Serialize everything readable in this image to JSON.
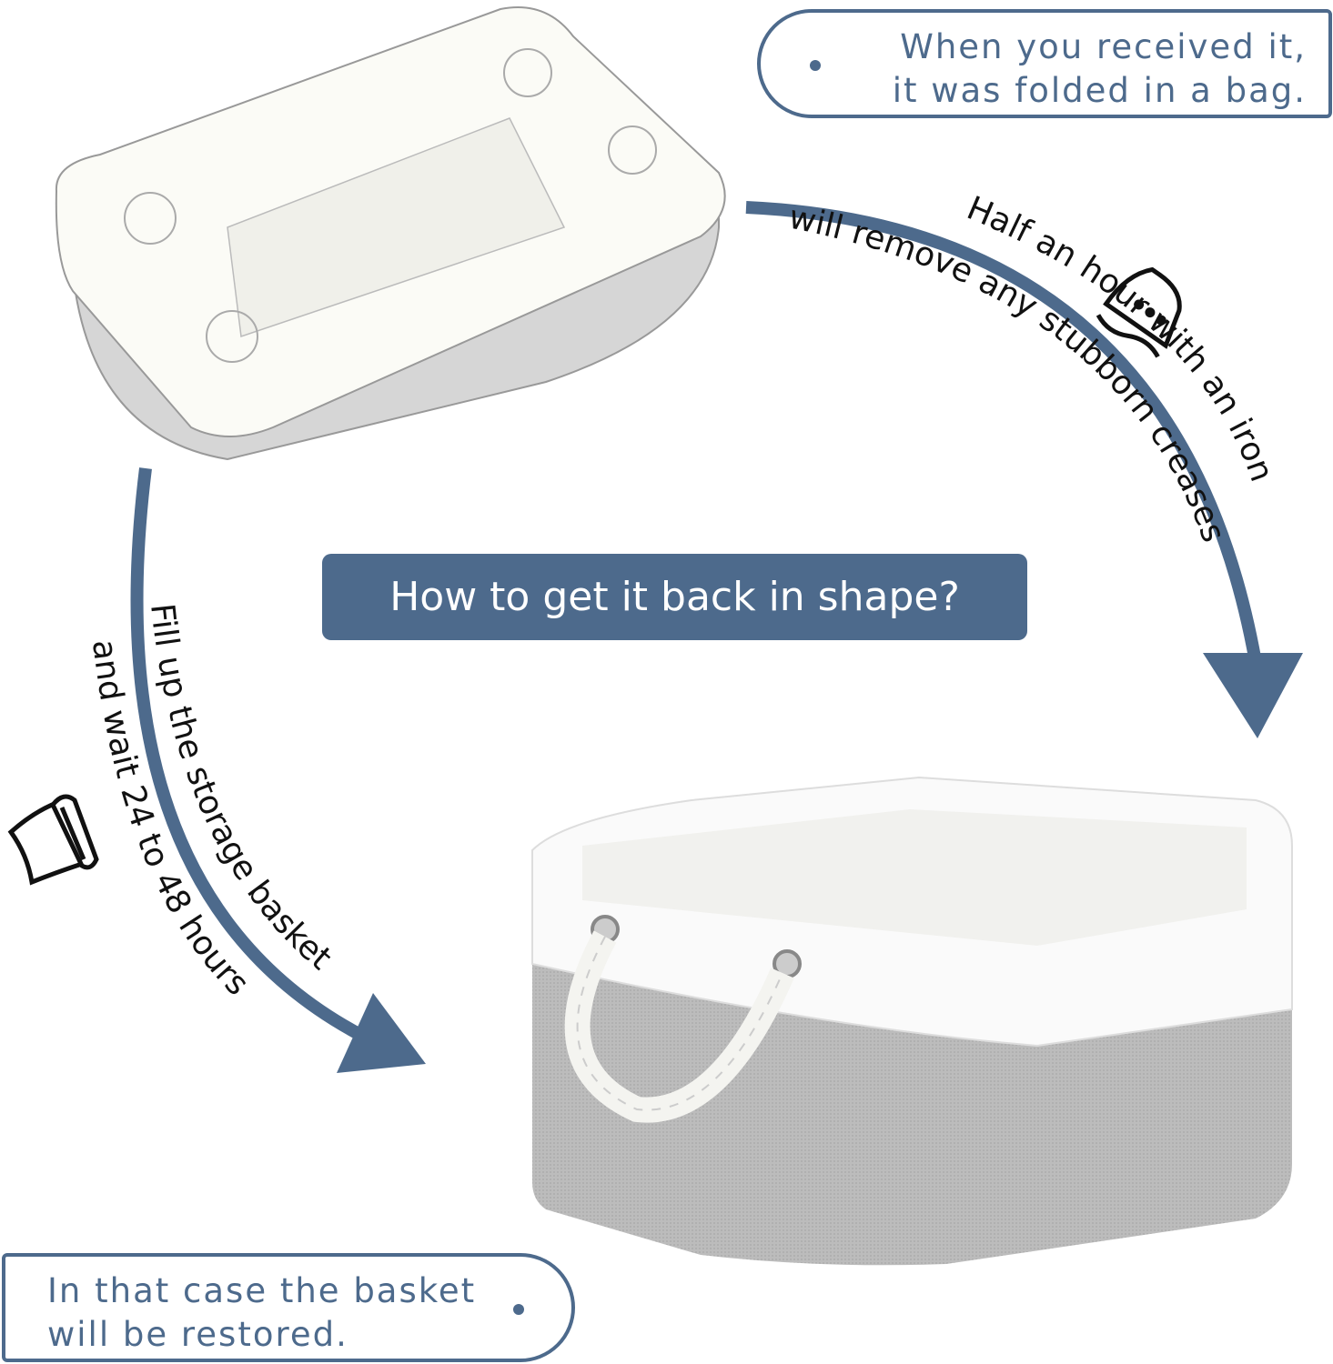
{
  "callouts": {
    "top": {
      "line1": "When you received it,",
      "line2": "it was folded in a bag."
    },
    "bottom": {
      "line1": "In that case the basket",
      "line2": "will be restored."
    }
  },
  "banner": {
    "title": "How to get it back in shape?"
  },
  "right_arc": {
    "outer_text": "Half an hour with an iron",
    "inner_text": "will remove any stubborn creases",
    "icon": "iron-icon"
  },
  "left_arc": {
    "inner_text": "Fill up the storage basket",
    "outer_text": "and wait 24 to 48 hours",
    "icon": "pillow-blanket-icon"
  },
  "colors": {
    "accent": "#4d6a8c",
    "basket_gray": "#b9b9b9",
    "basket_white": "#fafafa"
  }
}
